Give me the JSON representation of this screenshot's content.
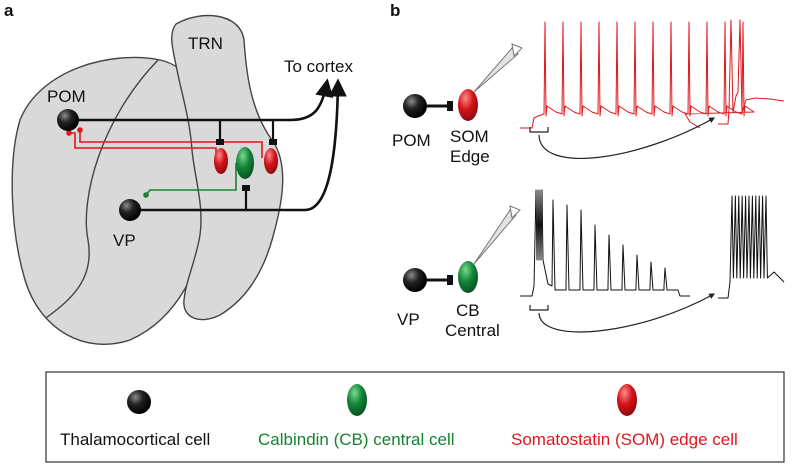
{
  "panel_a": {
    "letter": "a",
    "regions": {
      "trn": "TRN",
      "pom": "POM",
      "vp": "VP"
    },
    "output_label": "To cortex"
  },
  "panel_b": {
    "letter": "b",
    "top": {
      "source": "POM",
      "target_line1": "SOM",
      "target_line2": "Edge"
    },
    "bottom": {
      "source": "VP",
      "target_line1": "CB",
      "target_line2": "Central"
    }
  },
  "legend": {
    "items": [
      {
        "label": "Thalamocortical cell",
        "color": "#111111"
      },
      {
        "label": "Calbindin (CB) central cell",
        "color": "#15822f"
      },
      {
        "label": "Somatostatin (SOM) edge cell",
        "color": "#e0161e"
      }
    ]
  },
  "colors": {
    "region_fill": "#d9d9d9",
    "red": "#e0161e",
    "green": "#15822f",
    "black": "#111111"
  }
}
